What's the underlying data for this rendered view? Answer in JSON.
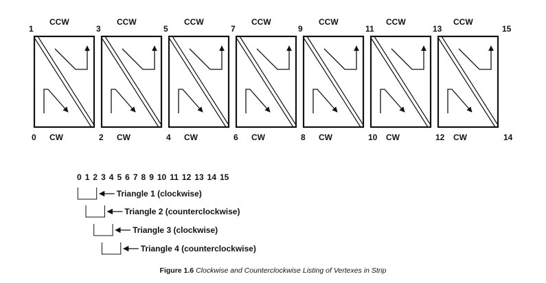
{
  "strip": {
    "top_vertex_labels": [
      "1",
      "3",
      "5",
      "7",
      "9",
      "11",
      "13",
      "15"
    ],
    "bottom_vertex_labels": [
      "0",
      "2",
      "4",
      "6",
      "8",
      "10",
      "12",
      "14"
    ],
    "ccw_label": "CCW",
    "cw_label": "CW"
  },
  "listing": {
    "vertex_numbers": [
      "0",
      "1",
      "2",
      "3",
      "4",
      "5",
      "6",
      "7",
      "8",
      "9",
      "10",
      "11",
      "12",
      "13",
      "14",
      "15"
    ],
    "triangles": [
      {
        "label": "Triangle 1 (clockwise)"
      },
      {
        "label": "Triangle 2 (counterclockwise)"
      },
      {
        "label": "Triangle 3 (clockwise)"
      },
      {
        "label": "Triangle 4 (counterclockwise)"
      }
    ]
  },
  "caption": {
    "figure": "Figure 1.6",
    "text": "Clockwise and Counterclockwise Listing of Vertexes in Strip"
  }
}
